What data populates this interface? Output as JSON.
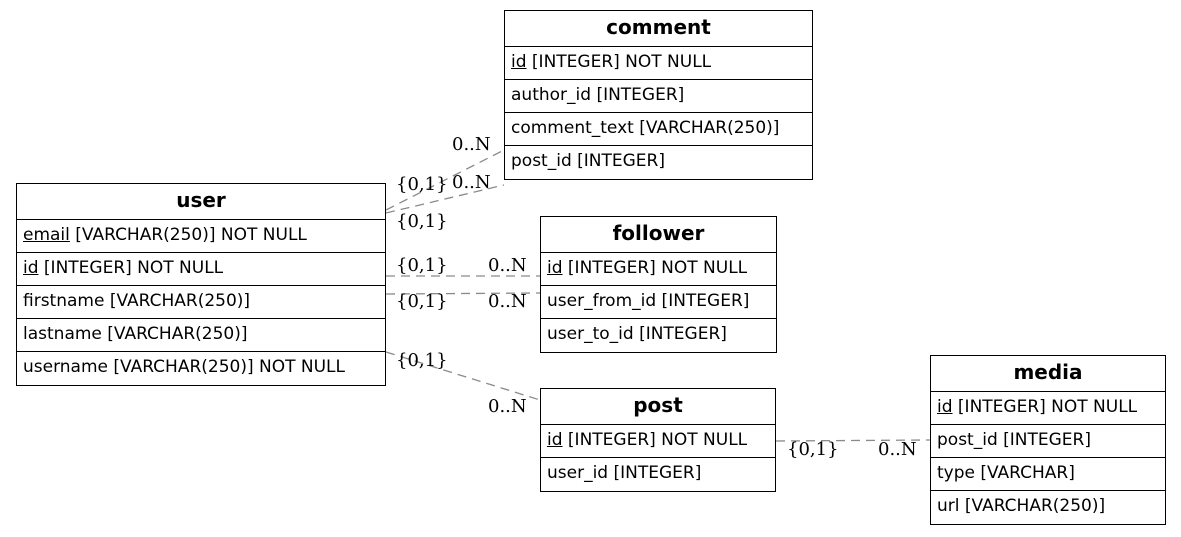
{
  "entities": {
    "comment": {
      "name": "comment",
      "attributes": [
        {
          "pk": "id",
          "rest": " [INTEGER] NOT NULL"
        },
        {
          "pk": "",
          "rest": "author_id [INTEGER]"
        },
        {
          "pk": "",
          "rest": "comment_text [VARCHAR(250)]"
        },
        {
          "pk": "",
          "rest": "post_id [INTEGER]"
        }
      ]
    },
    "user": {
      "name": "user",
      "attributes": [
        {
          "pk": "email",
          "rest": " [VARCHAR(250)] NOT NULL"
        },
        {
          "pk": "id",
          "rest": " [INTEGER] NOT NULL"
        },
        {
          "pk": "",
          "rest": "firstname [VARCHAR(250)]"
        },
        {
          "pk": "",
          "rest": "lastname [VARCHAR(250)]"
        },
        {
          "pk": "",
          "rest": "username [VARCHAR(250)] NOT NULL"
        }
      ]
    },
    "follower": {
      "name": "follower",
      "attributes": [
        {
          "pk": "id",
          "rest": " [INTEGER] NOT NULL"
        },
        {
          "pk": "",
          "rest": "user_from_id [INTEGER]"
        },
        {
          "pk": "",
          "rest": "user_to_id [INTEGER]"
        }
      ]
    },
    "post": {
      "name": "post",
      "attributes": [
        {
          "pk": "id",
          "rest": " [INTEGER] NOT NULL"
        },
        {
          "pk": "",
          "rest": "user_id [INTEGER]"
        }
      ]
    },
    "media": {
      "name": "media",
      "attributes": [
        {
          "pk": "id",
          "rest": " [INTEGER] NOT NULL"
        },
        {
          "pk": "",
          "rest": "post_id [INTEGER]"
        },
        {
          "pk": "",
          "rest": "type [VARCHAR]"
        },
        {
          "pk": "",
          "rest": "url [VARCHAR(250)]"
        }
      ]
    }
  },
  "relationships": [
    {
      "from": "user",
      "to": "comment",
      "from_card": "{0,1}",
      "to_card": "0..N"
    },
    {
      "from": "user",
      "to": "comment",
      "from_card": "{0,1}",
      "to_card": "0..N"
    },
    {
      "from": "user",
      "to": "follower",
      "from_card": "{0,1}",
      "to_card": "0..N"
    },
    {
      "from": "user",
      "to": "follower",
      "from_card": "{0,1}",
      "to_card": "0..N"
    },
    {
      "from": "user",
      "to": "post",
      "from_card": "{0,1}",
      "to_card": "0..N"
    },
    {
      "from": "post",
      "to": "media",
      "from_card": "{0,1}",
      "to_card": "0..N"
    }
  ],
  "colors": {
    "border": "#000000",
    "link": "#8a8a8a",
    "background": "#ffffff"
  }
}
